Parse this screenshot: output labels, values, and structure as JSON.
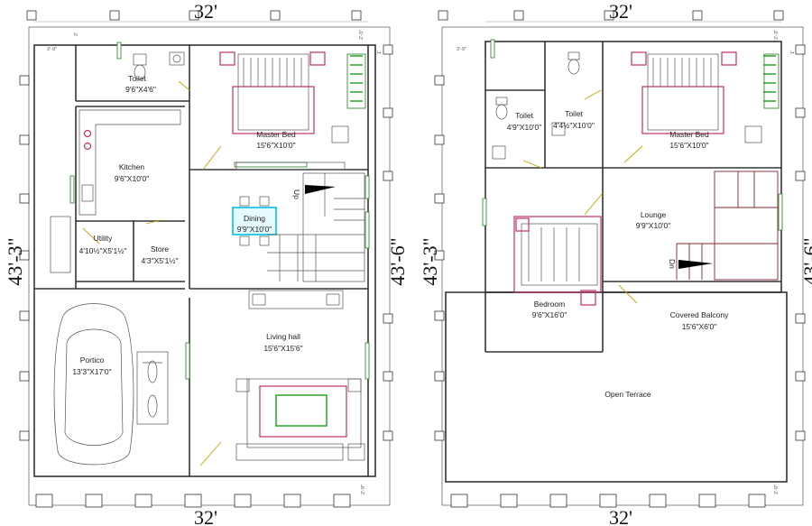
{
  "ground_floor": {
    "width_top": "32'",
    "width_bottom": "32'",
    "height_left": "43'-3\"",
    "height_right": "43'-6\"",
    "setback_left": "3'-9\"",
    "setback_top": "2'",
    "setback_top_right": "2'-3\"",
    "setback_bottom_right": "2'-9\"",
    "setback_side": "1'",
    "stair_label": "Up",
    "rooms": [
      {
        "name": "Toilet",
        "size": "9'6\"X4'6\""
      },
      {
        "name": "Master Bed",
        "size": "15'6\"X10'0\""
      },
      {
        "name": "Kitchen",
        "size": "9'6\"X10'0\""
      },
      {
        "name": "Dining",
        "size": "9'9\"X10'0\""
      },
      {
        "name": "Utility",
        "size": "4'10½\"X5'1½\""
      },
      {
        "name": "Store",
        "size": "4'3\"X5'1½\""
      },
      {
        "name": "Portico",
        "size": "13'3\"X17'0\""
      },
      {
        "name": "Living hall",
        "size": "15'6\"X15'6\""
      }
    ]
  },
  "first_floor": {
    "width_top": "32'",
    "width_bottom": "32'",
    "height_left": "43'-3\"",
    "height_right": "43'-6\"",
    "setback_left": "3'-9\"",
    "setback_top_right": "2'-3\"",
    "setback_bottom_right": "2'-9\"",
    "setback_side": "1'",
    "stair_label": "Dn",
    "rooms": [
      {
        "name": "Toilet",
        "size": "4'9\"X10'0\""
      },
      {
        "name": "Toilet",
        "size": "4'4½\"X10'0\""
      },
      {
        "name": "Master Bed",
        "size": "15'6\"X10'0\""
      },
      {
        "name": "Lounge",
        "size": "9'9\"X10'0\""
      },
      {
        "name": "Bedroom",
        "size": "9'6\"X16'0\""
      },
      {
        "name": "Covered Balcony",
        "size": "15'6\"X6'0\""
      },
      {
        "name": "Open Terrace",
        "size": ""
      }
    ]
  },
  "colors": {
    "wall": "#333333",
    "furniture_pink": "#c0306a",
    "dining_cyan": "#00c0e0",
    "plant_green": "#18a018",
    "stair_red": "#8a2030",
    "door_yellow": "#c8a000"
  }
}
